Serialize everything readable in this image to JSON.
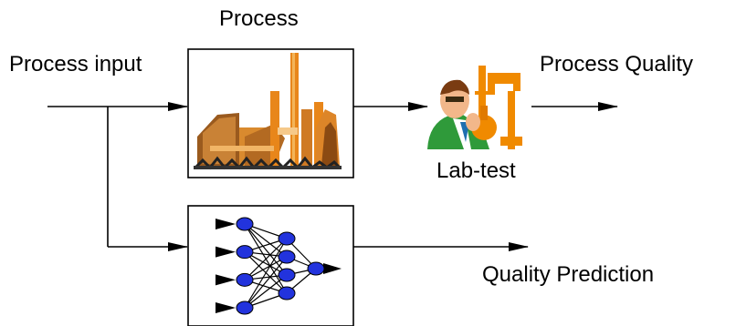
{
  "labels": {
    "process_title": "Process",
    "process_input": "Process input",
    "process_quality": "Process Quality",
    "lab_test": "Lab-test",
    "quality_prediction": "Quality Prediction"
  },
  "icons": {
    "process_box": "factory-icon",
    "lab": "scientist-with-flask-icon",
    "model_box": "neural-network-icon"
  },
  "colors": {
    "factory_orange": "#e8861a",
    "factory_brown": "#8b4a12",
    "scientist_green": "#2f9a3a",
    "neuron_blue": "#2233dd"
  },
  "neural_network": {
    "layer_sizes": [
      4,
      4,
      1
    ],
    "inputs": 4,
    "outputs": 1
  }
}
